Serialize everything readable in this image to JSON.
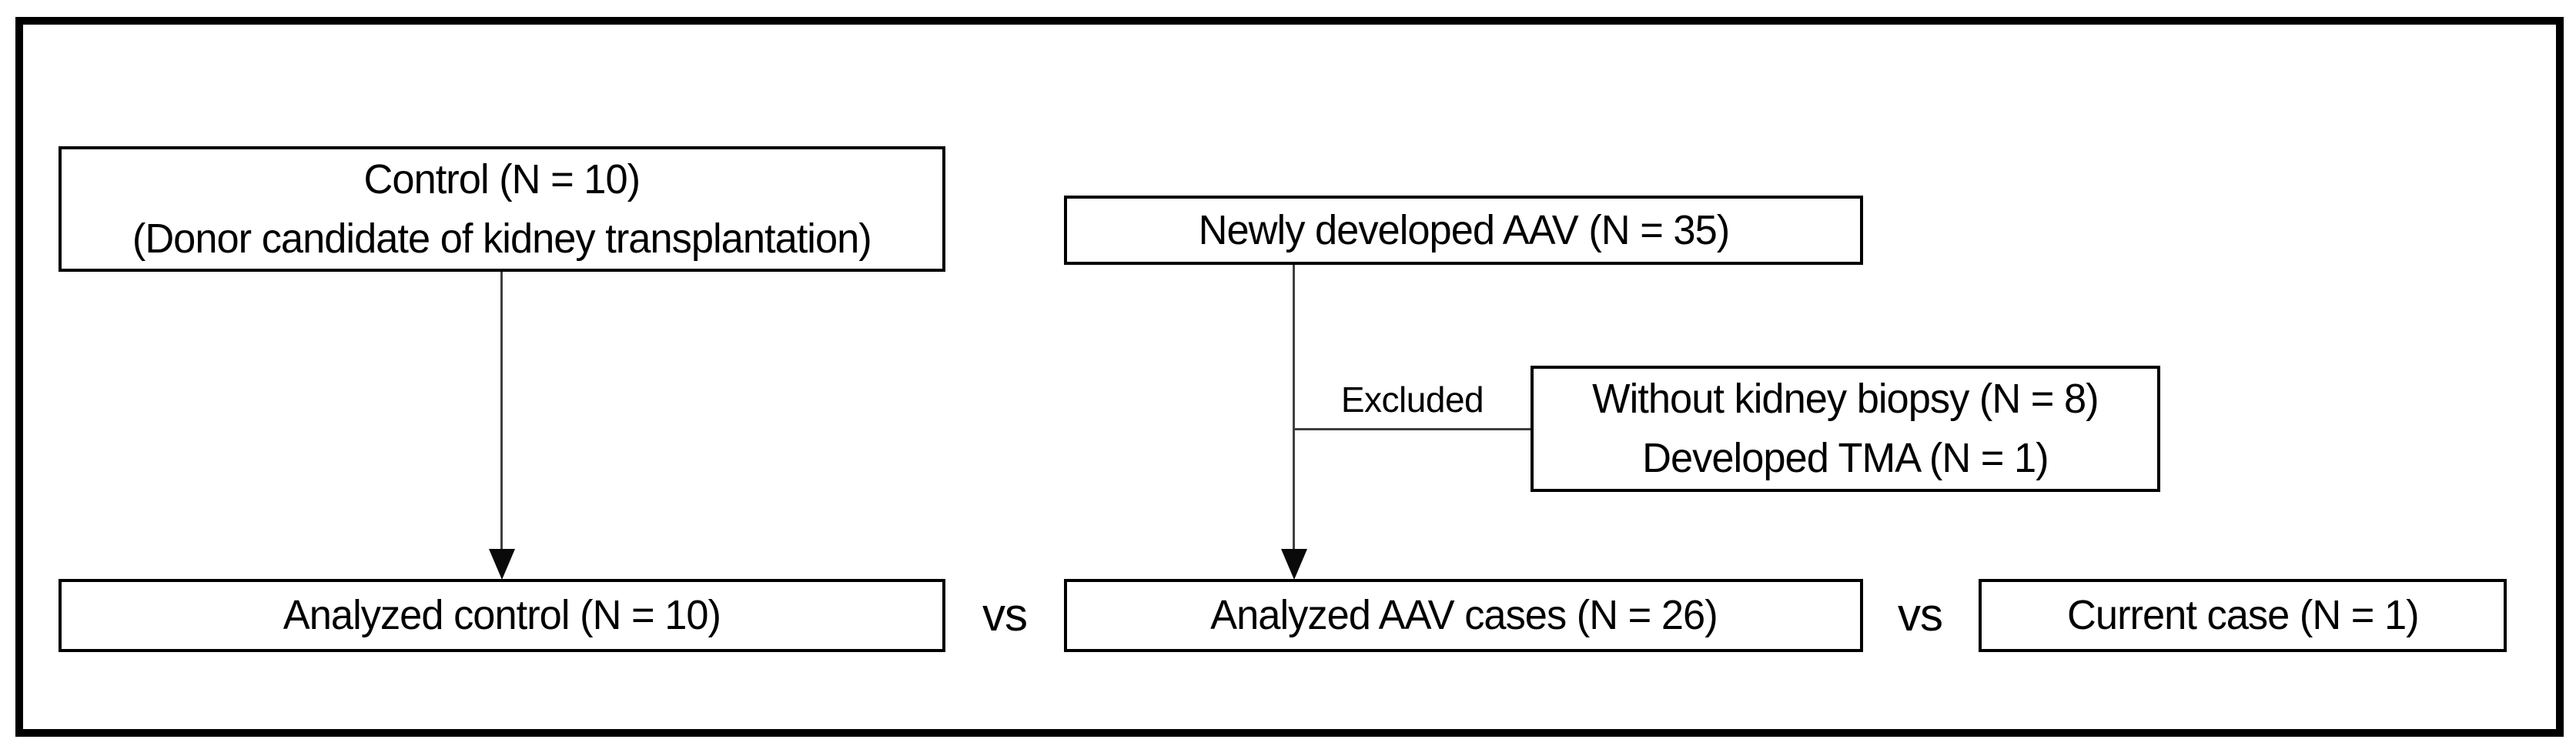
{
  "diagram": {
    "type": "flowchart",
    "boxes": {
      "control": {
        "line1": "Control (N = 10)",
        "line2": "(Donor candidate of kidney transplantation)"
      },
      "newly_developed": {
        "line1": "Newly developed AAV (N = 35)"
      },
      "excluded_reasons": {
        "line1": "Without kidney biopsy (N = 8)",
        "line2": "Developed TMA (N = 1)"
      },
      "analyzed_control": {
        "line1": "Analyzed control (N = 10)"
      },
      "analyzed_aav": {
        "line1": "Analyzed AAV cases (N = 26)"
      },
      "current_case": {
        "line1": "Current case (N = 1)"
      }
    },
    "connector_labels": {
      "excluded": "Excluded"
    },
    "comparison_labels": {
      "vs_left": "vs",
      "vs_right": "vs"
    },
    "colors": {
      "background": "#ffffff",
      "frame": "#000000",
      "box_border": "#000000",
      "line": "#3f3f3f",
      "arrow": "#0a0a0a",
      "text": "#000000"
    }
  }
}
